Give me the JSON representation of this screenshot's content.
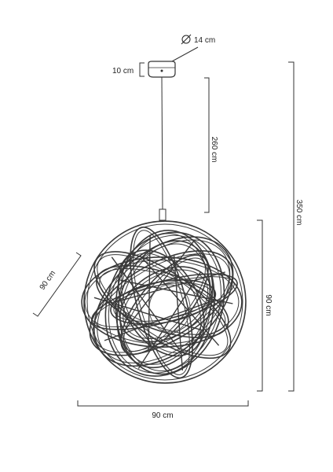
{
  "dimensions": {
    "canopy_diameter": "14 cm",
    "canopy_height": "10 cm",
    "cable_length": "260 cm",
    "total_height": "350 cm",
    "sphere_height": "90 cm",
    "sphere_width": "90 cm",
    "sphere_depth": "90 cm"
  },
  "colors": {
    "line": "#333333",
    "text": "#222222",
    "background": "#ffffff"
  },
  "icons": {
    "diameter_symbol": "diameter-symbol-icon"
  }
}
